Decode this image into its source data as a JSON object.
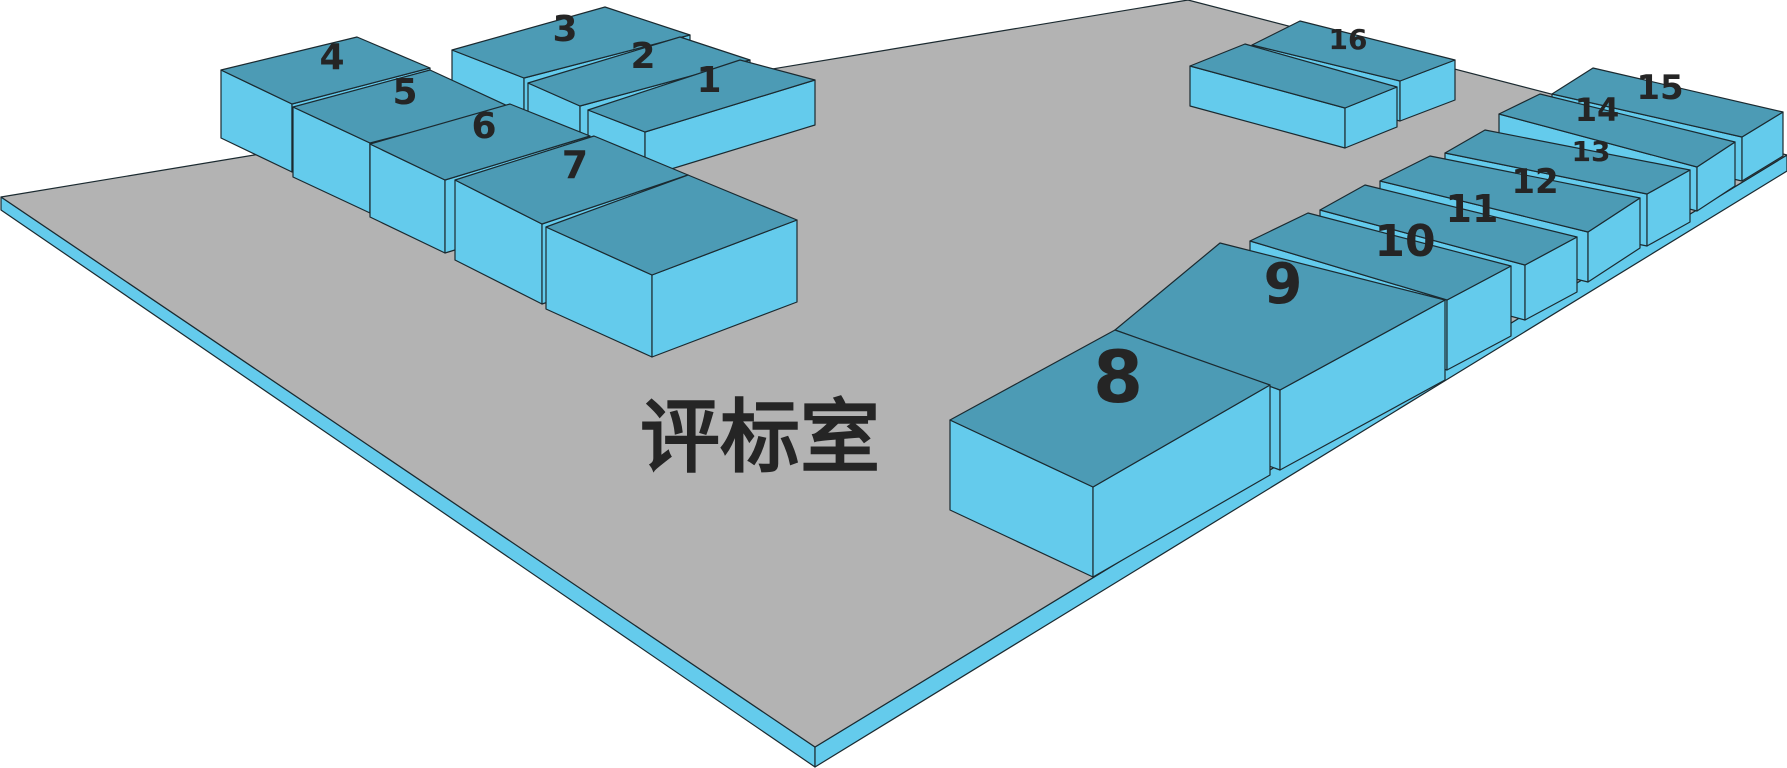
{
  "room_label": "评标室",
  "rooms": [
    "1",
    "2",
    "3",
    "4",
    "5",
    "6",
    "7",
    "8",
    "9",
    "10",
    "11",
    "12",
    "13",
    "14",
    "15",
    "16"
  ],
  "colors": {
    "floor_top": "#b3b3b3",
    "floor_edge": "#64cbec",
    "block_top": "#4c9bb5",
    "block_side": "#64cbec",
    "outline": "#1b2a30",
    "label": "#252525"
  }
}
